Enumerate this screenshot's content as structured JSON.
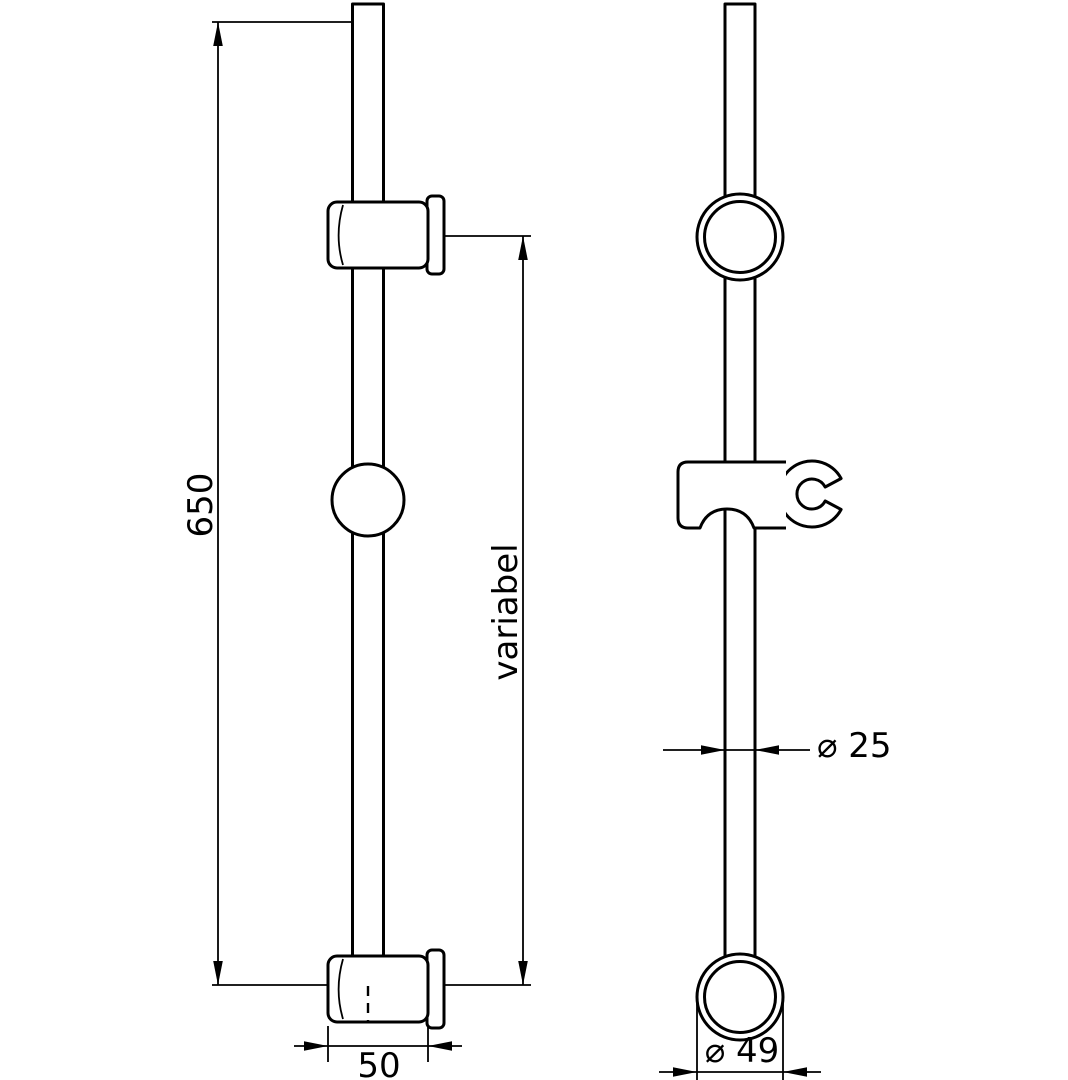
{
  "drawing": {
    "background_color": "#ffffff",
    "line_color": "#000000",
    "labels": {
      "total_height": "650",
      "adjustable_span": "variabel",
      "bracket_width": "50",
      "tube_diameter": "⌀ 25",
      "rosette_diameter": "⌀ 49"
    }
  }
}
